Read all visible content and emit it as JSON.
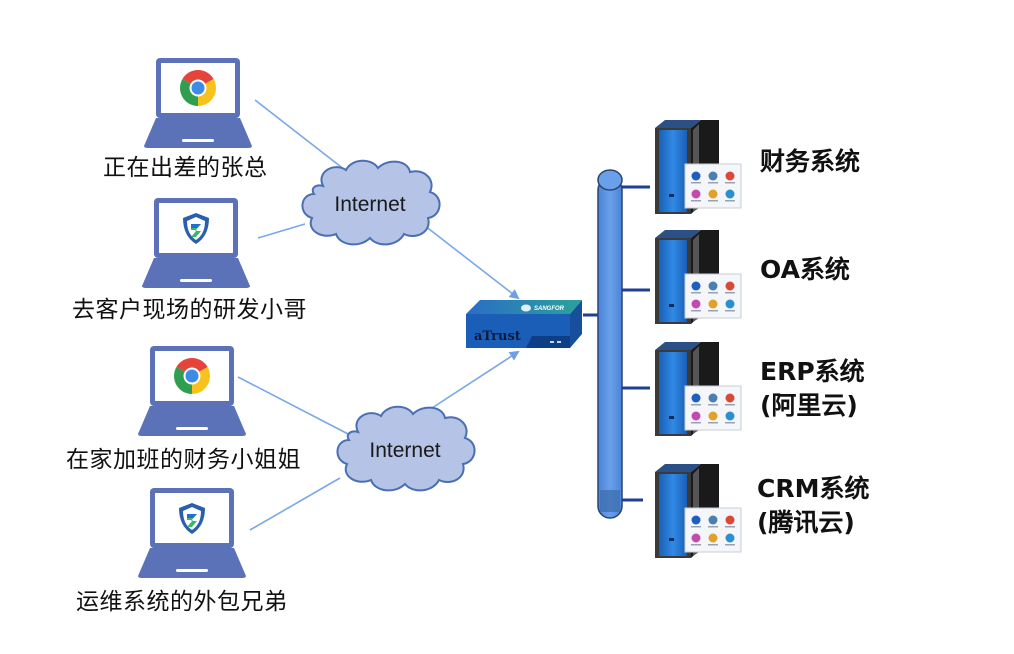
{
  "diagram": {
    "title": "aTrust remote access topology",
    "colors": {
      "laptop": "#5b72b8",
      "link_line": "#7aa7e8",
      "cloud_fill": "#b4c3e6",
      "cloud_stroke": "#4a6fb3",
      "bus_fill": "#5b93e0",
      "bus_link": "#1f3f93",
      "router": "#1b5eb8",
      "server_blue": "#1e73d2"
    },
    "users": [
      {
        "label": "正在出差的张总",
        "client_icon": "chrome-icon"
      },
      {
        "label": "去客户现场的研发小哥",
        "client_icon": "atrust-shield-icon"
      },
      {
        "label": "在家加班的财务小姐姐",
        "client_icon": "chrome-icon"
      },
      {
        "label": "运维系统的外包兄弟",
        "client_icon": "atrust-shield-icon"
      }
    ],
    "clouds": [
      {
        "label": "Internet"
      },
      {
        "label": "Internet"
      }
    ],
    "gateway": {
      "label": "aTrust",
      "brand": "SANGFOR"
    },
    "systems": [
      {
        "line1": "财务系统",
        "line2": ""
      },
      {
        "line1": "OA系统",
        "line2": ""
      },
      {
        "line1": "ERP系统",
        "line2": "(阿里云)"
      },
      {
        "line1": "CRM系统",
        "line2": "(腾讯云)"
      }
    ]
  }
}
